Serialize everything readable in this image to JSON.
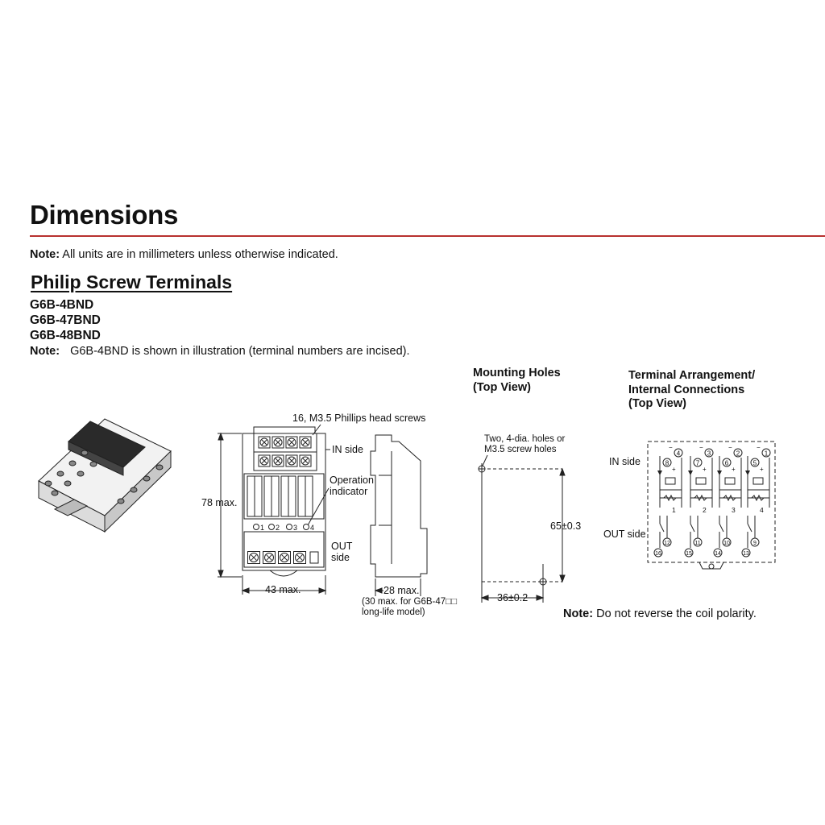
{
  "title": "Dimensions",
  "note_units": {
    "label": "Note:",
    "text": " All units are in millimeters unless otherwise indicated."
  },
  "section_title": "Philip Screw Terminals",
  "models": [
    "G6B-4BND",
    "G6B-47BND",
    "G6B-48BND"
  ],
  "note_illustration": {
    "label": "Note:",
    "text": "G6B-4BND is shown in illustration (terminal numbers are incised)."
  },
  "front_view": {
    "screws_label": "16, M3.5 Phillips head screws",
    "in_side": "IN side",
    "operation_indicator": [
      "Operation",
      "indicator"
    ],
    "out_side": [
      "OUT",
      "side"
    ],
    "height_dim": "78 max.",
    "width_dim": "43 max.",
    "indicator_numbers": [
      "1",
      "2",
      "3",
      "4"
    ]
  },
  "side_view": {
    "depth_dim": "28 max.",
    "depth_note": [
      "(30 max. for G6B-47□□",
      "long-life model)"
    ]
  },
  "mounting_holes": {
    "title": [
      "Mounting Holes",
      "(Top View)"
    ],
    "holes_label": [
      "Two, 4-dia. holes or",
      "M3.5 screw holes"
    ],
    "vertical_dim": "65±0.3",
    "horizontal_dim": "36±0.2"
  },
  "terminal_arrangement": {
    "title": [
      "Terminal Arrangement/",
      "Internal Connections",
      "(Top View)"
    ],
    "in_side": "IN side",
    "out_side": "OUT side",
    "in_terminals": [
      "8",
      "7",
      "6",
      "5"
    ],
    "in_terminals_right": [
      "4",
      "3",
      "2",
      "1"
    ],
    "channel_numbers": [
      "1",
      "2",
      "3",
      "4"
    ],
    "out_terminals_left": [
      "12",
      "11",
      "10",
      "9"
    ],
    "out_terminals_bottom": [
      "16",
      "15",
      "14",
      "13"
    ],
    "polarity_plus": "+",
    "polarity_minus": "−"
  },
  "note_polarity": {
    "label": "Note:",
    "text": " Do not reverse the coil polarity."
  }
}
